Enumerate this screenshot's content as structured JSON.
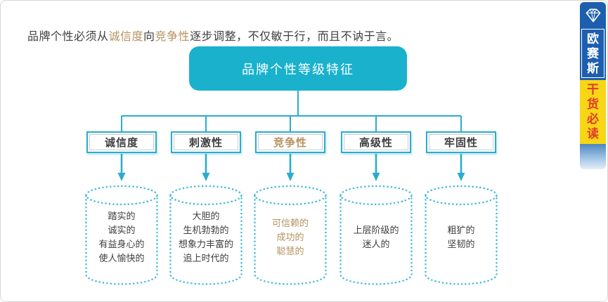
{
  "headline": {
    "segments": [
      {
        "text": "品牌个性必须从",
        "highlight": false
      },
      {
        "text": "诚信度",
        "highlight": true
      },
      {
        "text": "向",
        "highlight": false
      },
      {
        "text": "竞争性",
        "highlight": true
      },
      {
        "text": "逐步调整，不仅敏于行，而且不讷于言。",
        "highlight": false
      }
    ]
  },
  "chart": {
    "type": "hierarchy",
    "title": "品牌个性等级特征",
    "branches": [
      {
        "label": "诚信度",
        "highlight": false,
        "traits": [
          "踏实的",
          "诚实的",
          "有益身心的",
          "使人愉快的"
        ]
      },
      {
        "label": "刺激性",
        "highlight": false,
        "traits": [
          "大胆的",
          "生机勃勃的",
          "想象力丰富的",
          "追上时代的"
        ]
      },
      {
        "label": "竞争性",
        "highlight": true,
        "traits": [
          "可信赖的",
          "成功的",
          "聪慧的"
        ]
      },
      {
        "label": "高级性",
        "highlight": false,
        "traits": [
          "上层阶级的",
          "迷人的"
        ]
      },
      {
        "label": "牢固性",
        "highlight": false,
        "traits": [
          "粗犷的",
          "坚韧的"
        ]
      }
    ]
  },
  "banner": {
    "logo_icon": "diamond-icon",
    "brand": "欧赛斯",
    "brand_chars": [
      "欧",
      "赛",
      "斯"
    ],
    "tagline": "干货必读",
    "tagline_chars": [
      "干",
      "货",
      "必",
      "读"
    ]
  },
  "colors": {
    "teal": "#1AB1CD",
    "connector_teal": "#2AACCF",
    "cylinder_dot_teal": "#35B6DC",
    "gold": "#B5935F",
    "text_dark": "#3E3E3E",
    "banner_blue": "#1D5FAE",
    "banner_yellow": "#F7D615",
    "banner_red": "#E2382B"
  }
}
